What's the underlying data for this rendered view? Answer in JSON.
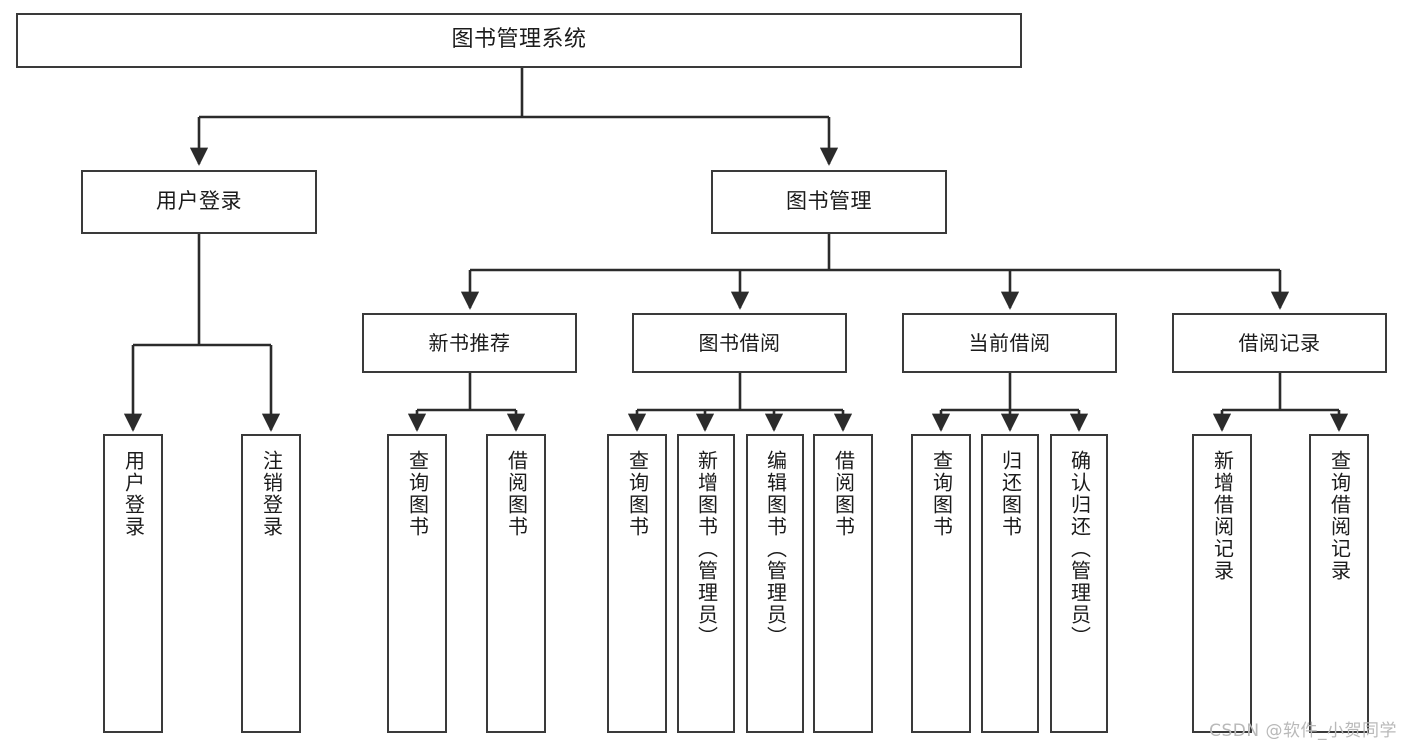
{
  "diagram": {
    "title": "图书管理系统",
    "type": "tree-hierarchy",
    "watermark": "CSDN @软件_小贺同学",
    "colors": {
      "box_border": "#3a3a3a",
      "box_fill": "#ffffff",
      "edge": "#2b2b2b",
      "text": "#1b1b1b",
      "watermark": "#b9b9b9",
      "background": "#ffffff"
    },
    "nodes": {
      "root": {
        "label": "图书管理系统"
      },
      "level2": [
        {
          "id": "user-login",
          "label": "用户登录"
        },
        {
          "id": "book-manage",
          "label": "图书管理"
        }
      ],
      "level3": [
        {
          "id": "new-book-recommend",
          "label": "新书推荐"
        },
        {
          "id": "book-borrow",
          "label": "图书借阅"
        },
        {
          "id": "current-borrow",
          "label": "当前借阅"
        },
        {
          "id": "borrow-record",
          "label": "借阅记录"
        }
      ],
      "leaves": [
        {
          "id": "leaf-user-login",
          "parent": "user-login",
          "label": "用户登录"
        },
        {
          "id": "leaf-user-logout",
          "parent": "user-login",
          "label": "注销登录"
        },
        {
          "id": "leaf-query-book-1",
          "parent": "new-book-recommend",
          "label": "查询图书"
        },
        {
          "id": "leaf-borrow-book-1",
          "parent": "new-book-recommend",
          "label": "借阅图书"
        },
        {
          "id": "leaf-query-book-2",
          "parent": "book-borrow",
          "label": "查询图书"
        },
        {
          "id": "leaf-add-book",
          "parent": "book-borrow",
          "label": "新增图书（管理员）"
        },
        {
          "id": "leaf-edit-book",
          "parent": "book-borrow",
          "label": "编辑图书（管理员）"
        },
        {
          "id": "leaf-borrow-book-2",
          "parent": "book-borrow",
          "label": "借阅图书"
        },
        {
          "id": "leaf-query-book-3",
          "parent": "current-borrow",
          "label": "查询图书"
        },
        {
          "id": "leaf-return-book",
          "parent": "current-borrow",
          "label": "归还图书"
        },
        {
          "id": "leaf-confirm-return",
          "parent": "current-borrow",
          "label": "确认归还（管理员）"
        },
        {
          "id": "leaf-add-record",
          "parent": "borrow-record",
          "label": "新增借阅记录"
        },
        {
          "id": "leaf-query-record",
          "parent": "borrow-record",
          "label": "查询借阅记录"
        }
      ]
    }
  }
}
